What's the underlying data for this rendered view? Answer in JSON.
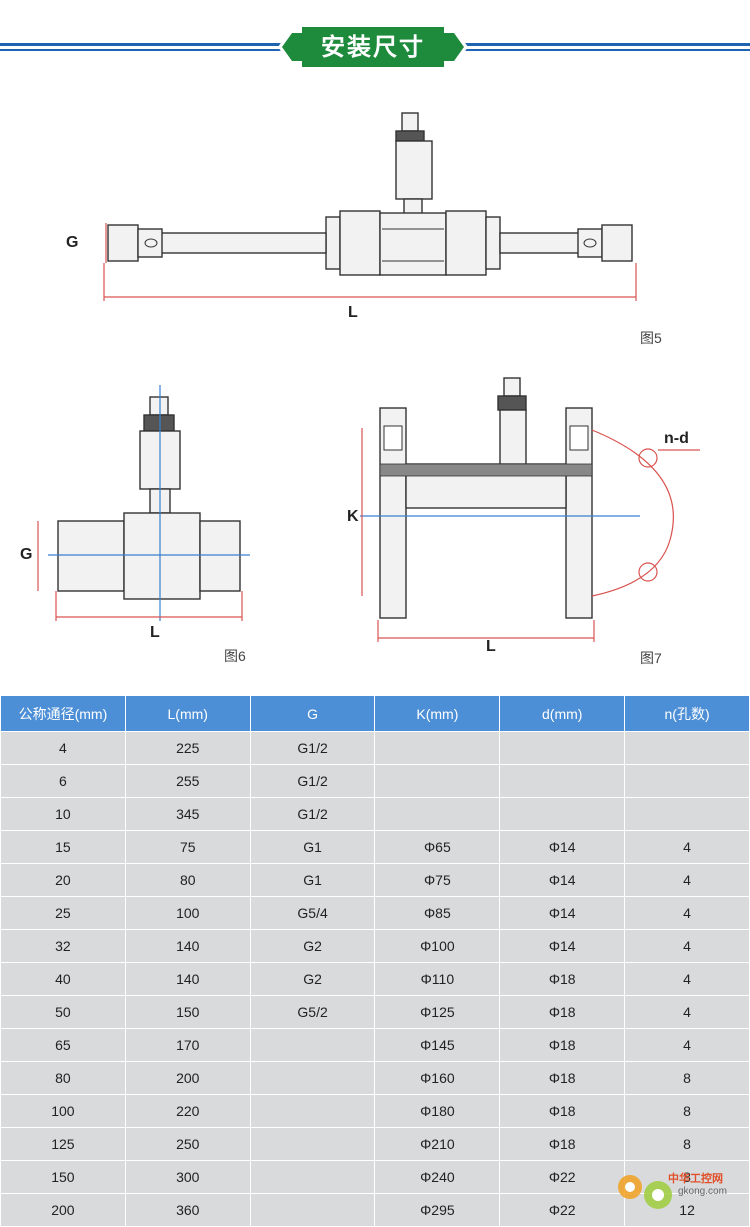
{
  "banner": {
    "title": "安装尺寸"
  },
  "figures": {
    "fig5": {
      "caption": "图5",
      "g_label": "G",
      "l_label": "L"
    },
    "fig6": {
      "caption": "图6",
      "g_label": "G",
      "l_label": "L"
    },
    "fig7": {
      "caption": "图7",
      "k_label": "K",
      "l_label": "L",
      "nd_label": "n-d"
    }
  },
  "table": {
    "headers": [
      "公称通径(mm)",
      "L(mm)",
      "G",
      "K(mm)",
      "d(mm)",
      "n(孔数)"
    ],
    "rows": [
      [
        "4",
        "225",
        "G1/2",
        "",
        "",
        ""
      ],
      [
        "6",
        "255",
        "G1/2",
        "",
        "",
        ""
      ],
      [
        "10",
        "345",
        "G1/2",
        "",
        "",
        ""
      ],
      [
        "15",
        "75",
        "G1",
        "Φ65",
        "Φ14",
        "4"
      ],
      [
        "20",
        "80",
        "G1",
        "Φ75",
        "Φ14",
        "4"
      ],
      [
        "25",
        "100",
        "G5/4",
        "Φ85",
        "Φ14",
        "4"
      ],
      [
        "32",
        "140",
        "G2",
        "Φ100",
        "Φ14",
        "4"
      ],
      [
        "40",
        "140",
        "G2",
        "Φ110",
        "Φ18",
        "4"
      ],
      [
        "50",
        "150",
        "G5/2",
        "Φ125",
        "Φ18",
        "4"
      ],
      [
        "65",
        "170",
        "",
        "Φ145",
        "Φ18",
        "4"
      ],
      [
        "80",
        "200",
        "",
        "Φ160",
        "Φ18",
        "8"
      ],
      [
        "100",
        "220",
        "",
        "Φ180",
        "Φ18",
        "8"
      ],
      [
        "125",
        "250",
        "",
        "Φ210",
        "Φ18",
        "8"
      ],
      [
        "150",
        "300",
        "",
        "Φ240",
        "Φ22",
        "8"
      ],
      [
        "200",
        "360",
        "",
        "Φ295",
        "Φ22",
        "12"
      ]
    ]
  },
  "watermark": {
    "brand": "中华工控网",
    "domain": "gkong.com"
  },
  "colors": {
    "banner_line": "#1f64b0",
    "badge_green": "#1e8a3c",
    "header_blue": "#4d8fd6",
    "cell_gray": "#d9dadc",
    "dimension_red": "#d9534f",
    "axis_blue": "#3a7fd0"
  }
}
